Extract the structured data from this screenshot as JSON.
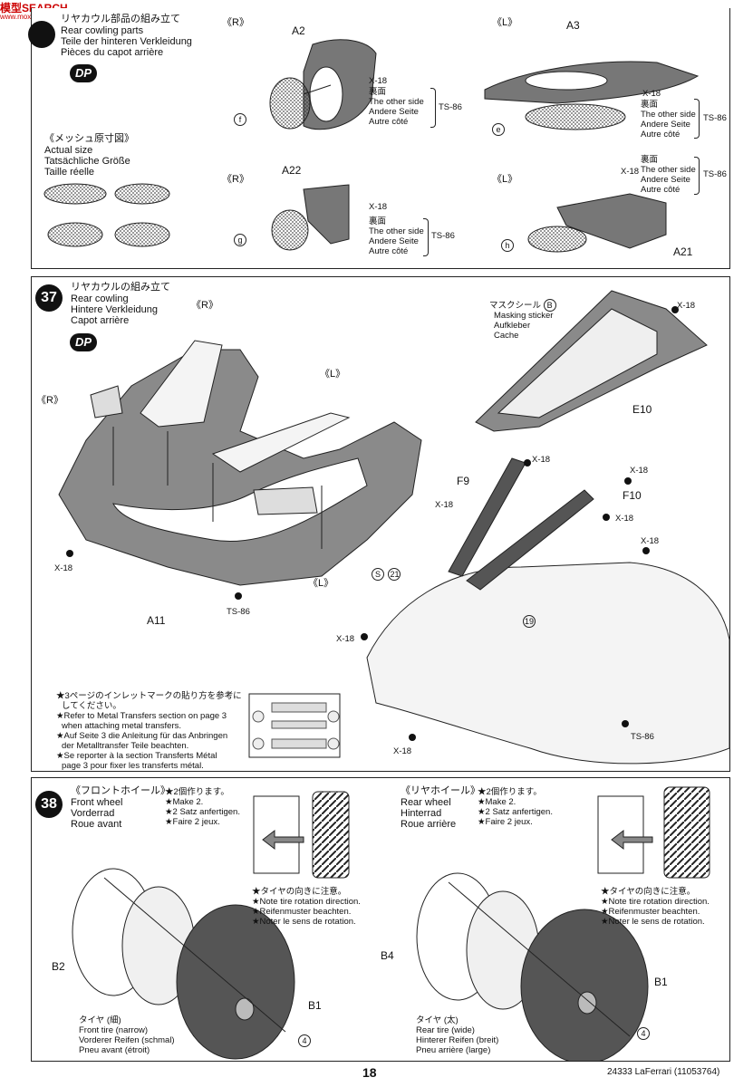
{
  "watermark": {
    "main": "模型SEARCH",
    "sub": "www.moxingsearch.com"
  },
  "step36": {
    "title_jp": "リヤカウル部品の組み立て",
    "title_en": "Rear cowling parts",
    "title_de": "Teile der hinteren Verkleidung",
    "title_fr": "Pièces du capot arrière",
    "dp": "DP",
    "mesh_jp": "《メッシュ原寸図》",
    "mesh_en": "Actual size",
    "mesh_de": "Tatsächliche Größe",
    "mesh_fr": "Taille réelle",
    "mesh_labels": [
      "e",
      "f",
      "g",
      "h"
    ],
    "sub1": {
      "side": "《R》",
      "part": "A2",
      "mesh": "f",
      "screw": "X-18",
      "other_jp": "裏面",
      "other_en": "The other side",
      "other_de": "Andere Seite",
      "other_fr": "Autre côté",
      "paint": "TS-86"
    },
    "sub2": {
      "side": "《L》",
      "part": "A3",
      "mesh": "e",
      "screw": "X-18",
      "other_jp": "裏面",
      "other_en": "The other side",
      "other_de": "Andere Seite",
      "other_fr": "Autre côté",
      "paint": "TS-86"
    },
    "sub3": {
      "side": "《R》",
      "part": "A22",
      "mesh": "g",
      "screw": "X-18",
      "other_jp": "裏面",
      "other_en": "The other side",
      "other_de": "Andere Seite",
      "other_fr": "Autre côté",
      "paint": "TS-86"
    },
    "sub4": {
      "side": "《L》",
      "part": "A21",
      "mesh": "h",
      "screw": "X-18",
      "other_jp": "裏面",
      "other_en": "The other side",
      "other_de": "Andere Seite",
      "other_fr": "Autre côté",
      "paint": "TS-86"
    }
  },
  "step37": {
    "num": "37",
    "title_jp": "リヤカウルの組み立て",
    "title_en": "Rear cowling",
    "title_de": "Hintere Verkleidung",
    "title_fr": "Capot arrière",
    "dp": "DP",
    "labels": {
      "r1": "《R》",
      "r2": "《R》",
      "l1": "《L》",
      "l2": "《L》",
      "a11": "A11",
      "x18a": "X-18",
      "ts86a": "TS-86",
      "e10": "E10",
      "x18b": "X-18",
      "f9": "F9",
      "f10": "F10",
      "x18c": "X-18",
      "x18d": "X-18",
      "x18e": "X-18",
      "x18f": "X-18",
      "x18g": "X-18",
      "x18h": "X-18",
      "x18i": "X-18",
      "ts86b": "TS-86",
      "ref21": "21",
      "ref19": "19",
      "refS": "S"
    },
    "mask_jp": "マスクシール",
    "mask_b": "B",
    "mask_en": "Masking sticker",
    "mask_de": "Aufkleber",
    "mask_fr": "Cache",
    "note_jp1": "★3ページのインレットマークの貼り方を参考に",
    "note_jp2": "してください。",
    "note_en1": "★Refer to Metal Transfers section on page 3",
    "note_en2": "when attaching metal transfers.",
    "note_de1": "★Auf Seite 3 die Anleitung für das Anbringen",
    "note_de2": "der Metalltransfer Teile beachten.",
    "note_fr1": "★Se reporter à la section Transferts Métal",
    "note_fr2": "page 3 pour fixer les transferts métal."
  },
  "step38": {
    "num": "38",
    "front_jp": "《フロントホイール》",
    "front_en": "Front wheel",
    "front_de": "Vorderrad",
    "front_fr": "Roue avant",
    "rear_jp": "《リヤホイール》",
    "rear_en": "Rear wheel",
    "rear_de": "Hinterrad",
    "rear_fr": "Roue arrière",
    "make_jp": "★2個作ります。",
    "make_en": "★Make 2.",
    "make_de": "★2 Satz anfertigen.",
    "make_fr": "★Faire 2 jeux.",
    "dir_jp": "★タイヤの向きに注意。",
    "dir_en": "★Note tire rotation direction.",
    "dir_de": "★Reifenmuster beachten.",
    "dir_fr": "★Noter le sens de rotation.",
    "b2": "B2",
    "b1a": "B1",
    "b4": "B4",
    "b1b": "B1",
    "ref4a": "4",
    "ref4b": "4",
    "ftire_jp": "タイヤ (細)",
    "ftire_en": "Front tire (narrow)",
    "ftire_de": "Vorderer Reifen (schmal)",
    "ftire_fr": "Pneu avant (étroit)",
    "rtire_jp": "タイヤ (太)",
    "rtire_en": "Rear tire (wide)",
    "rtire_de": "Hinterer Reifen (breit)",
    "rtire_fr": "Pneu arrière (large)"
  },
  "footer": {
    "page": "18",
    "code": "24333 LaFerrari (11053764)"
  }
}
